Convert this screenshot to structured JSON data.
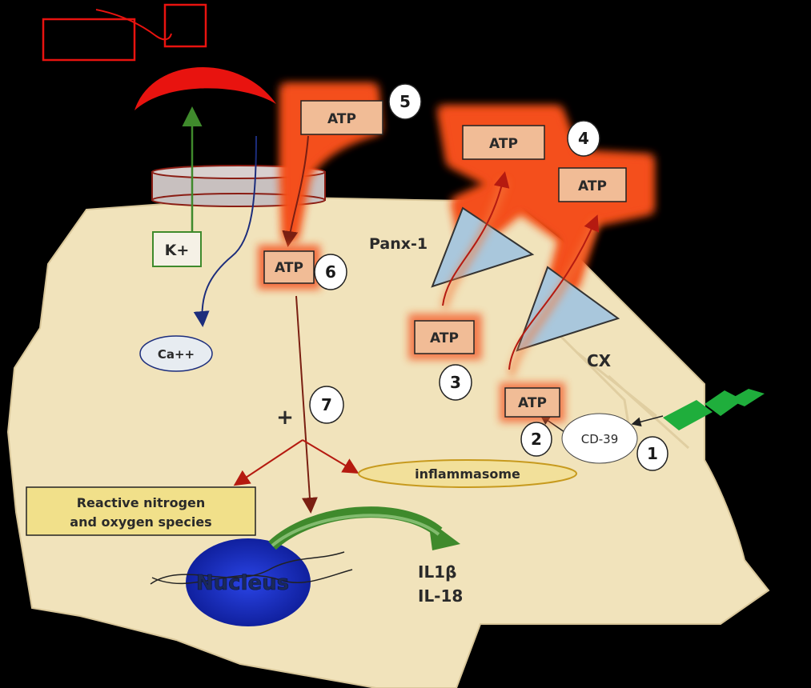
{
  "atp_label": "ATP",
  "k_label": "K+",
  "ca_label": "Ca++",
  "panx_label": "Panx-1",
  "cx_label": "CX",
  "cd39_label": "CD-39",
  "inflammasome_label": "inflammasome",
  "ros_label_line1": "Reactive nitrogen",
  "ros_label_line2": "and oxygen species",
  "nucleus_label": "Nucleus",
  "il1b_label": "IL1β",
  "il18_label": "IL-18",
  "plus_label": "+",
  "step_numbers": [
    "1",
    "2",
    "3",
    "4",
    "5",
    "6",
    "7"
  ],
  "colors": {
    "cell": "#f1e3bb",
    "atp_glow": "#f4501c",
    "receptor": "#e8130f",
    "channel": "#a9c7dc",
    "nucleus": "#1a2fc8",
    "inflammasome": "#f2e09a",
    "ros_box": "#f1e08a",
    "green_arrow": "#3f8a2c",
    "blue_arrow": "#1c2d7c",
    "brown_arrow": "#7a1f12",
    "ligand": "#1fae3c"
  }
}
